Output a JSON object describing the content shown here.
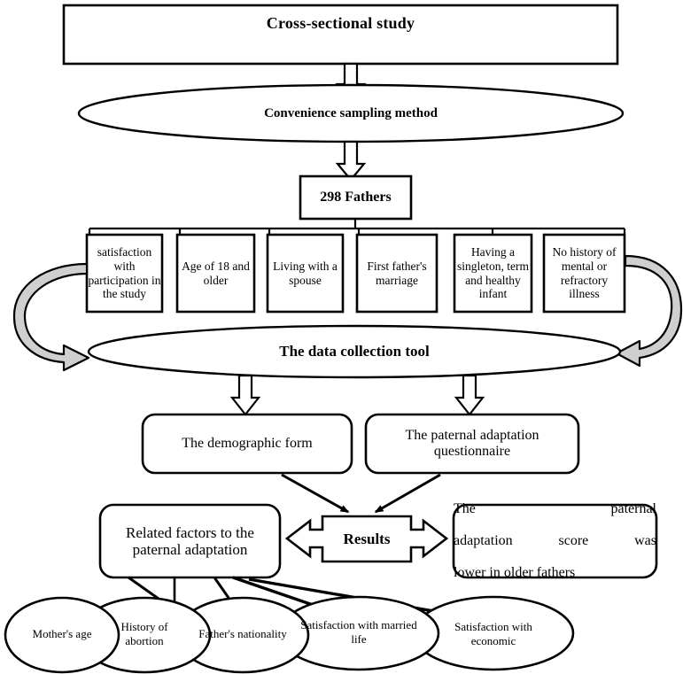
{
  "figure": {
    "kind": "study-flowchart",
    "stroke_color": "#000000",
    "fill_color": "#ffffff",
    "curved_arrow_shade": "#c9c9c9"
  },
  "top": {
    "study_design": "Cross-sectional study",
    "sampling_method": "Convenience sampling method",
    "participants": "298 Fathers"
  },
  "inclusion_criteria": [
    {
      "label": "satisfaction with participation in the study"
    },
    {
      "label": "Age of 18 and older"
    },
    {
      "label": "Living with a spouse"
    },
    {
      "label": "First father's marriage"
    },
    {
      "label": "Having a singleton, term and healthy infant"
    },
    {
      "label": "No history of mental or refractory illness"
    }
  ],
  "instruments": {
    "collection_tool": "The data collection tool",
    "tools": [
      {
        "label": "The demographic form"
      },
      {
        "label": "The paternal adaptation questionnaire"
      }
    ]
  },
  "results": {
    "node_label": "Results",
    "left_branch": "Related factors to the paternal adaptation",
    "right_branch_lines": [
      "The                paternal",
      "adaptation score was",
      "lower in older fathers"
    ],
    "right_branch": "The paternal adaptation score was lower in older fathers"
  },
  "related_factors": [
    {
      "label": "Mother's age"
    },
    {
      "label": "History of abortion"
    },
    {
      "label": "Father's nationality"
    },
    {
      "label": "Satisfaction with married life"
    },
    {
      "label": "Satisfaction with economic"
    }
  ]
}
